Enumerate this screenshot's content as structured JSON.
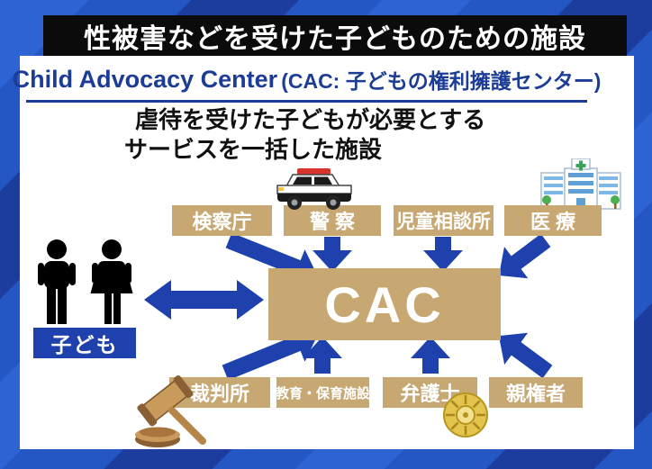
{
  "colors": {
    "background_blue": "#2456c4",
    "background_stripe_dark": "#1c3d9e",
    "background_stripe_light": "#2e63d4",
    "black_bar": "#0b0b0b",
    "header_blue": "#1c3c96",
    "accent_blue": "#1f41ad",
    "tan": "#c7a873",
    "text_black": "#111111",
    "white": "#ffffff"
  },
  "title_bar": {
    "text": "性被害などを受けた子どものための施設"
  },
  "header": {
    "main": "Child Advocacy Center",
    "paren": "(CAC: 子どもの権利擁護センター)"
  },
  "subtitle": {
    "line1": "虐待を受けた子どもが必要とする",
    "line2": "サービスを一括した施設"
  },
  "diagram": {
    "center_label": "CAC",
    "children_label": "子ども",
    "top_boxes": [
      {
        "label": "検察庁"
      },
      {
        "label": "警 察"
      },
      {
        "label": "児童相談所"
      },
      {
        "label": "医 療"
      }
    ],
    "bottom_boxes": [
      {
        "label": "裁判所"
      },
      {
        "label": "教育・保育施設"
      },
      {
        "label": "弁護士"
      },
      {
        "label": "親権者"
      }
    ]
  }
}
